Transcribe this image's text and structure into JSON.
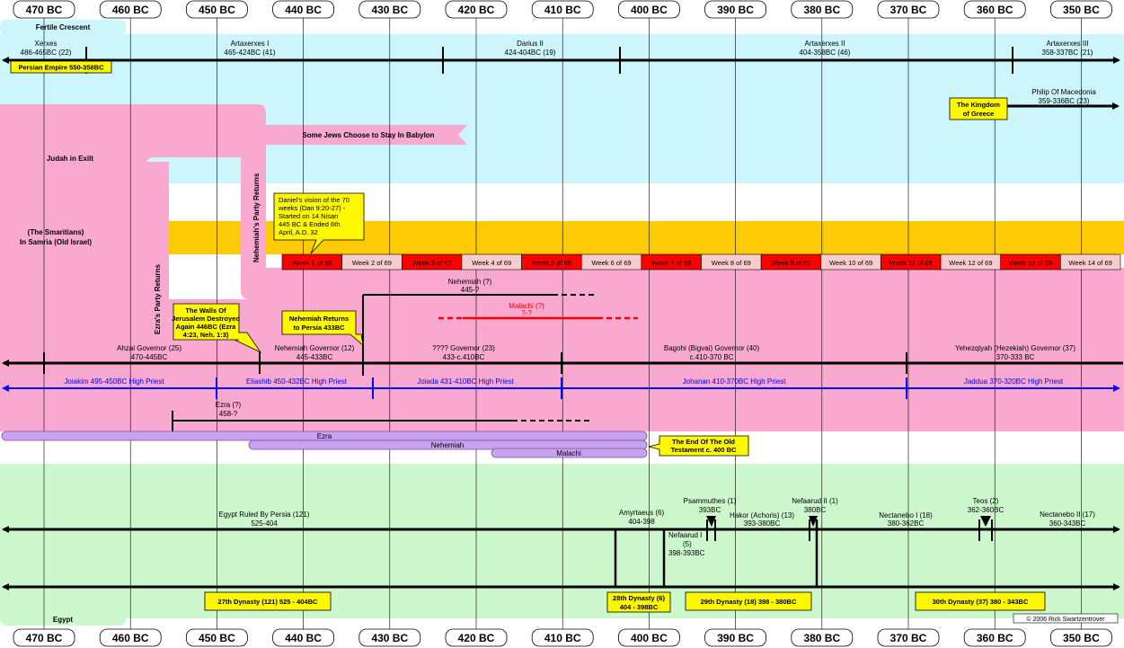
{
  "years": [
    "470 BC",
    "460 BC",
    "450 BC",
    "440 BC",
    "430 BC",
    "420 BC",
    "410 BC",
    "400 BC",
    "390 BC",
    "380 BC",
    "370 BC",
    "360 BC",
    "350 BC"
  ],
  "colors": {
    "cyan": "#ccf5fc",
    "pink": "#f9a8d0",
    "gold": "#fdcb05",
    "green": "#cdf8ce",
    "lavender": "#c9a2ee",
    "yellow": "#fdf701",
    "blue": "#0000ff",
    "red": "#ff0000",
    "paleRed": "#f8cccf"
  },
  "regions": {
    "fertile": "Fertile Crescent",
    "judah": "Judah in Exilt",
    "samaritans_1": "(The Smaritians)",
    "samaritans_2": "In Samria (Old Israel)",
    "egypt": "Egypt",
    "babylon_stay": "Some Jews Choose to Stay In Babylon",
    "ezra_return": "Ezra's Party Returns",
    "nehemiah_return": "Nehemiah's Party Returns"
  },
  "persian": {
    "empire": "Persian Empire 550-358BC",
    "kings": [
      {
        "name": "Xerxes",
        "dates": "486-465BC (22)"
      },
      {
        "name": "Artaxerxes I",
        "dates": "465-424BC (41)"
      },
      {
        "name": "Darius II",
        "dates": "424-404BC (19)"
      },
      {
        "name": "Artaxerxes II",
        "dates": "404-358BC (46)"
      },
      {
        "name": "Artaxerxes III",
        "dates": "358-337BC (21)"
      }
    ]
  },
  "greece": {
    "kingdom_1": "The Kingdom",
    "kingdom_2": "of Greece",
    "philip": "Philip Of Macedonia",
    "philip_dates": "359-336BC (23)"
  },
  "daniel": {
    "lines": [
      "Daniel's vision of the 70",
      "weeks (Dan 9:20-27) -",
      "Started on 14 Nisan",
      "445 BC & Ended 6th",
      "April, A.D. 32"
    ],
    "weeks": [
      "Week 1 of 69",
      "Week 2 of 69",
      "Week 3 of 69",
      "Week 4 of 69",
      "Week 5 of 69",
      "Week 6 of 69",
      "Week 7 of 69",
      "Week 8 of 69",
      "Week 9 of 69",
      "Week 10 of 69",
      "Week 11 of 69",
      "Week 12 of 69",
      "Week 13 of 69",
      "Week 14 of 69"
    ]
  },
  "prophets": {
    "nehemiah_name": "Nehemiah (?)",
    "nehemiah_dates": "445-?",
    "malachi_name": "Malachi (?)",
    "malachi_dates": "?-?",
    "ezra_name": "Ezra (?)",
    "ezra_dates": "458-?"
  },
  "callouts": {
    "walls": [
      "The Walls Of",
      "Jerusalem Destroyed",
      "Again 446BC (Ezra",
      "4:23, Neh. 1:3)"
    ],
    "neh_returns": [
      "Nehemiah Returns",
      "to Persia 433BC"
    ],
    "end_ot": [
      "The End Of The Old",
      "Testament c. 400 BC"
    ]
  },
  "governors": [
    {
      "name": "Ahzai Governor (25)",
      "dates": "470-445BC"
    },
    {
      "name": "Nehemiah Governor (12)",
      "dates": "445-433BC"
    },
    {
      "name": "????  Governor (23)",
      "dates": "433-c.410BC"
    },
    {
      "name": "Bagohi (Bigvai) Governor (40)",
      "dates": "c.410-370 BC"
    },
    {
      "name": "Yehezqiyah (Hezekiah) Governor (37)",
      "dates": "370-333 BC"
    }
  ],
  "priests": [
    "Joiakim 495-450BC High Priest",
    "Eliashib 450-432BC  High Priest",
    "Joiada 431-410BC High Priest",
    "Johanan 410-370BC High Priest",
    "Jaddua 370-320BC High Priest"
  ],
  "books": [
    "Ezra",
    "Nehemiah",
    "Malachi"
  ],
  "egypt": {
    "ruled_name": "Egypt Ruled By Persia (121)",
    "ruled_dates": "525-404",
    "amyrtaeus_name": "Amyrtaeus  (6)",
    "amyrtaeus_dates": "404-398",
    "nefaarud1_1": "Nefaarud I",
    "nefaarud1_2": "(5)",
    "nefaarud1_3": "398-393BC",
    "psammuthes_name": "Psammuthes (1)",
    "psammuthes_dates": "393BC",
    "hakor_name": "Hakor (Achoris) (13)",
    "hakor_dates": "393-380BC",
    "nefaarud2_name": "Nefaarud II (1)",
    "nefaarud2_dates": "380BC",
    "nectanebo1_name": "Nectanebo I (18)",
    "nectanebo1_dates": "380-362BC",
    "teos_name": "Teos (2)",
    "teos_dates": "362-360BC",
    "nectanebo2_name": "Nectanebo II (17)",
    "nectanebo2_dates": "360-343BC",
    "dynasties": [
      "27th Dynasty (121) 525 - 404BC",
      "28th Dynasty (6)",
      "404 - 398BC",
      "29th Dynasty (18) 398 - 380BC",
      "30th Dynasty (37) 380 - 343BC"
    ]
  },
  "copyright": "© 2006 Rick Swartzentrover"
}
